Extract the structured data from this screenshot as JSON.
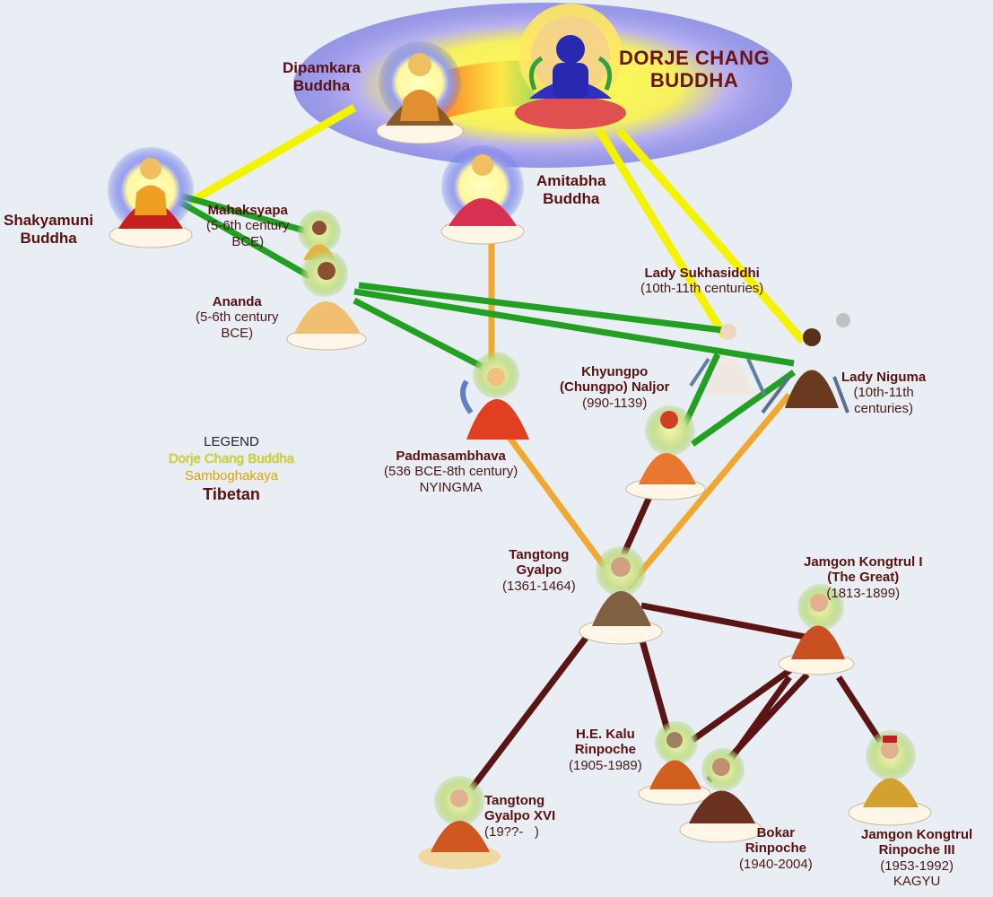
{
  "colors": {
    "background": "#e8eef4",
    "dorje_chang_line": "#f4f400",
    "sambhogakaya_line": "#f0a830",
    "tibetan_line": "#5a1414",
    "green_line": "#22a022",
    "name_text": "#5a1010"
  },
  "legend": {
    "title": "LEGEND",
    "dorje_chang": "Dorje Chang Buddha",
    "sambhogakaya": "Samboghakaya",
    "tibetan": "Tibetan"
  },
  "nodes": {
    "dorje_chang": {
      "name_line1": "DORJE CHANG",
      "name_line2": "BUDDHA"
    },
    "dipamkara": {
      "name_line1": "Dipamkara",
      "name_line2": "Buddha"
    },
    "shakyamuni": {
      "name_line1": "Shakyamuni",
      "name_line2": "Buddha"
    },
    "amitabha": {
      "name_line1": "Amitabha",
      "name_line2": "Buddha"
    },
    "mahaksyapa": {
      "name": "Mahaksyapa",
      "dates_line1": "(5-6th century",
      "dates_line2": "BCE)"
    },
    "ananda": {
      "name": "Ananda",
      "dates_line1": "(5-6th century",
      "dates_line2": "BCE)"
    },
    "sukhasiddhi": {
      "name": "Lady Sukhasiddhi",
      "dates": "(10th-11th centuries)"
    },
    "niguma": {
      "name": "Lady Niguma",
      "dates_line1": "(10th-11th",
      "dates_line2": "centuries)"
    },
    "khyungpo": {
      "name_line1": "Khyungpo",
      "name_line2": "(Chungpo) Naljor",
      "dates": "(990-1139)"
    },
    "padmasambhava": {
      "name": "Padmasambhava",
      "dates": "(536 BCE-8th century)",
      "school": "NYINGMA"
    },
    "tangtong": {
      "name_line1": "Tangtong",
      "name_line2": "Gyalpo",
      "dates": "(1361-1464)"
    },
    "jamgon_i": {
      "name_line1": "Jamgon Kongtrul I",
      "name_line2": "(The Great)",
      "dates": "(1813-1899)"
    },
    "kalu": {
      "name_line1": "H.E. Kalu",
      "name_line2": "Rinpoche",
      "dates": "(1905-1989)"
    },
    "bokar": {
      "name_line1": "Bokar",
      "name_line2": "Rinpoche",
      "dates": "(1940-2004)"
    },
    "tangtong_xvi": {
      "name_line1": "Tangtong",
      "name_line2": "Gyalpo XVI",
      "dates": "(19??-   )"
    },
    "jamgon_iii": {
      "name_line1": "Jamgon Kongtrul",
      "name_line2": "Rinpoche III",
      "dates": "(1953-1992)",
      "school": "KAGYU"
    }
  }
}
